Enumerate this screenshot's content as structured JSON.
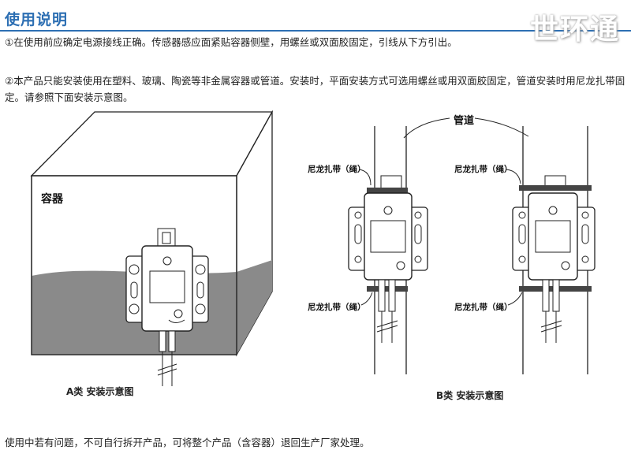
{
  "header": {
    "title": "使用说明",
    "logo_text": "世环通"
  },
  "instructions": [
    "①在使用前应确定电源接线正确。传感器感应面紧贴容器侧壁，用螺丝或双面胶固定，引线从下方引出。",
    "②本产品只能安装使用在塑料、玻璃、陶瓷等非金属容器或管道。安装时，平面安装方式可选用螺丝或用双面胶固定，管道安装时用尼龙扎带固定。请参照下面安装示意图。"
  ],
  "diagram_a": {
    "container_label": "容器",
    "caption": "A类 安装示意图"
  },
  "diagram_b": {
    "pipe_label": "管道",
    "tie_label_top_left": "尼龙扎带（绳）",
    "tie_label_top_right": "尼龙扎带（绳）",
    "tie_label_bottom_left": "尼龙扎带（绳）",
    "tie_label_bottom_right": "尼龙扎带（绳）",
    "caption": "B类 安装示意图"
  },
  "footer": {
    "note": "使用中若有问题，不可自行拆开产品，可将整个产品（含容器）退回生产厂家处理。"
  },
  "colors": {
    "title_blue": "#2d6fb3",
    "liquid_gray": "#8a8a8a",
    "tie_dark": "#444444"
  }
}
